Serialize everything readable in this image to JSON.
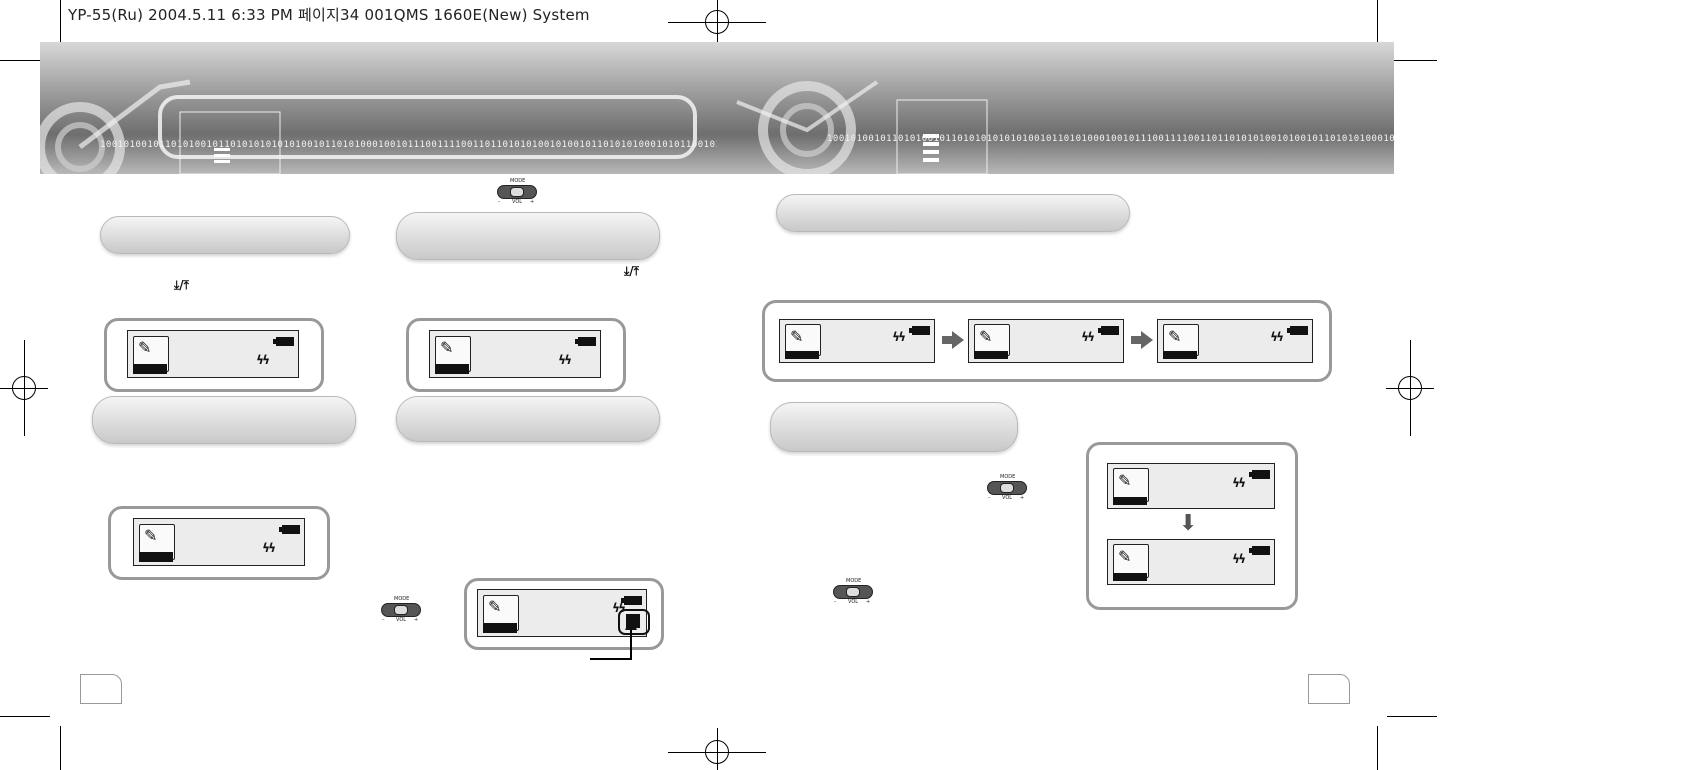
{
  "header": {
    "slug_line": "YP-55(Ru)  2004.5.11 6:33 PM 페이지34   001QMS  1660E(New) System"
  },
  "banner": {
    "bits": "1001010010110101001011010101010101001011010100010010111001111001101101010100101001011010101000101011001010101010"
  },
  "icons": {
    "skip_symbol": "⤓/⤒",
    "repeat_symbol": "ϟϟ",
    "pen_symbol": "✎",
    "arrow_down_symbol": "⬇"
  },
  "colors": {
    "pill": "#dcdcdc",
    "frame_border": "#999999",
    "lcd_bg": "#ececec"
  }
}
